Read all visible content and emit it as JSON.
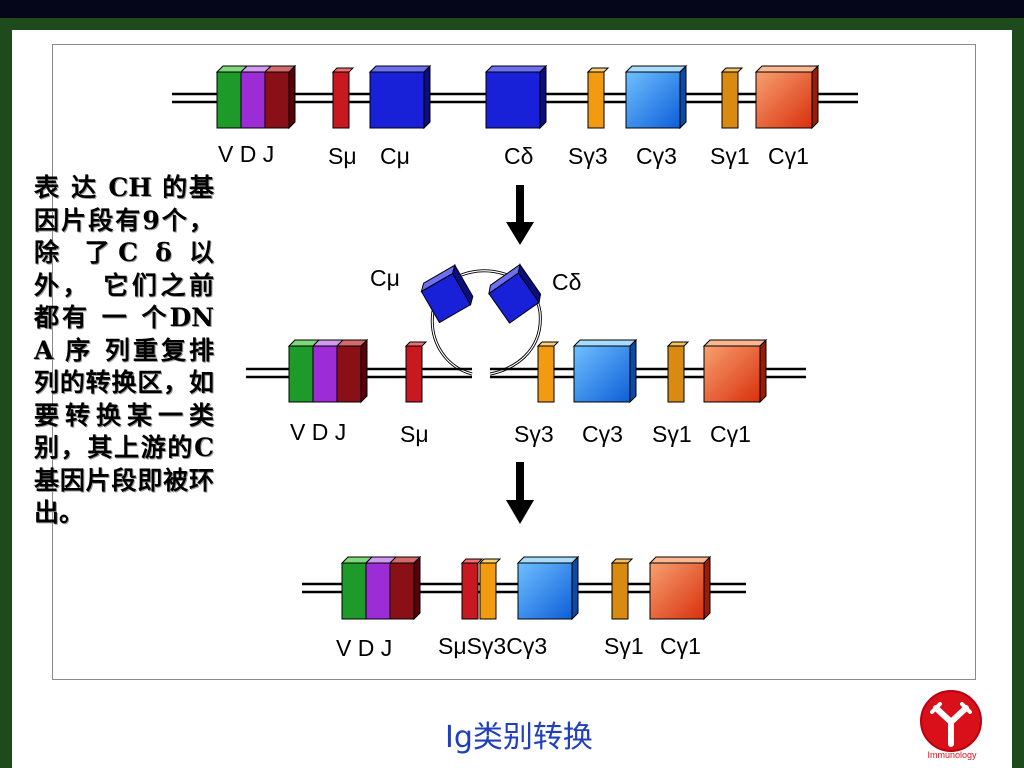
{
  "side_text": "表 达 CH 的基因片段有9个， 除 了C δ 以外， 它们之前都有 一 个DNA 序 列重复排列的转换区，如要转换某一类别，其上游的C基因片段即被环出。",
  "caption": "Ig类别转换",
  "logo_text": "Immunology",
  "diagram": {
    "row1_labels": [
      "V D J",
      "Sμ",
      "Cμ",
      "Cδ",
      "Sγ3",
      "Cγ3",
      "Sγ1",
      "Cγ1"
    ],
    "loop_labels": [
      "Cμ",
      "Cδ"
    ],
    "row2_labels": [
      "V D J",
      "Sμ",
      "Sγ3",
      "Cγ3",
      "Sγ1",
      "Cγ1"
    ],
    "row3_labels": [
      "V D J",
      "SμSγ3Cγ3",
      "Sγ1",
      "Cγ1"
    ]
  },
  "colors": {
    "V": "#1d9a2a",
    "D": "#9b2cd6",
    "J": "#8a1018",
    "switch_red": "#c81820",
    "switch_orange": "#f29a10",
    "C_blue": "#1820d8",
    "C_lightblue": "#1a8af0",
    "C_orange": "#e85a1a",
    "caption_blue": "#1f3fbf",
    "logo_red": "#d9101a"
  }
}
